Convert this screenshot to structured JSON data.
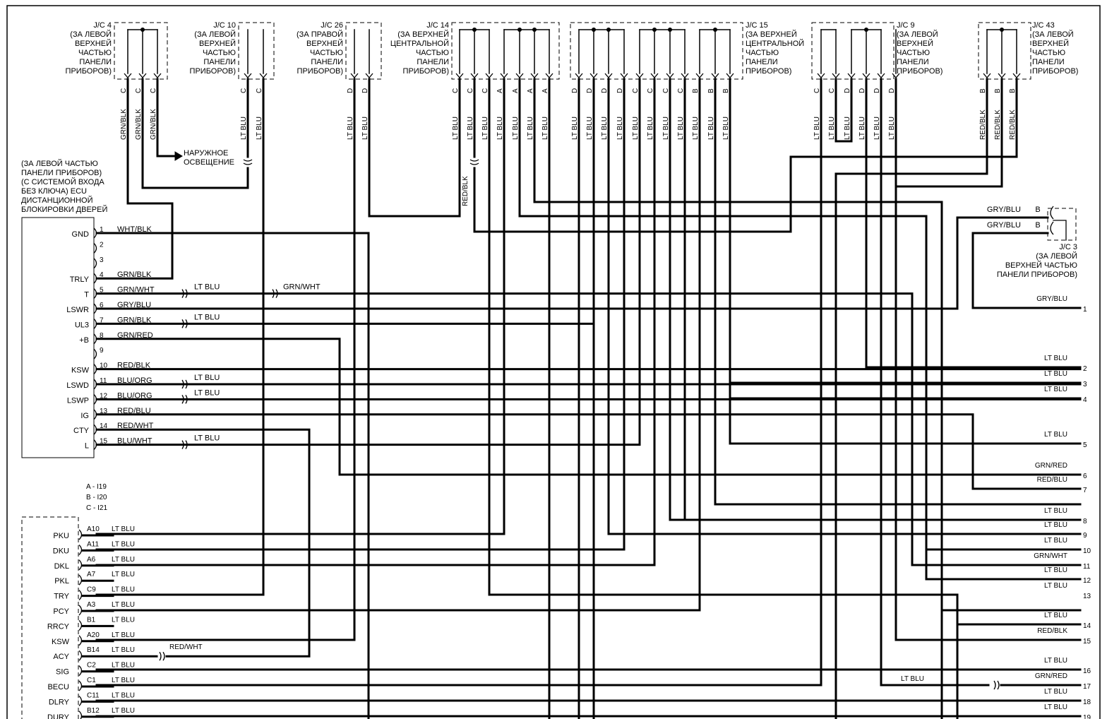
{
  "jc_boxes": [
    {
      "id": "jc4",
      "title": [
        "J/C 4",
        "(ЗА ЛЕВОЙ",
        "ВЕРХНЕЙ",
        "ЧАСТЬЮ",
        "ПАНЕЛИ",
        "ПРИБОРОВ)"
      ],
      "pins": [
        "C",
        "C",
        "C"
      ],
      "wires": [
        "GRN/BLK",
        "GRN/BLK",
        "GRN/BLK"
      ]
    },
    {
      "id": "jc10",
      "title": [
        "J/C 10",
        "(ЗА ЛЕВОЙ",
        "ВЕРХНЕЙ",
        "ЧАСТЬЮ",
        "ПАНЕЛИ",
        "ПРИБОРОВ)"
      ],
      "pins": [
        "C",
        "C"
      ],
      "wires": [
        "LT BLU",
        "LT BLU"
      ]
    },
    {
      "id": "jc26",
      "title": [
        "J/C 26",
        "(ЗА ПРАВОЙ",
        "ВЕРХНЕЙ",
        "ЧАСТЬЮ",
        "ПАНЕЛИ",
        "ПРИБОРОВ)"
      ],
      "pins": [
        "D",
        "D"
      ],
      "wires": [
        "LT BLU",
        "LT BLU"
      ]
    },
    {
      "id": "jc14",
      "title": [
        "J/C 14",
        "(ЗА ВЕРХНЕЙ",
        "ЦЕНТРАЛЬНОЙ",
        "ЧАСТЬЮ",
        "ПАНЕЛИ",
        "ПРИБОРОВ)"
      ],
      "pins": [
        "C",
        "C",
        "C",
        "A",
        "A",
        "A",
        "A"
      ],
      "wires": [
        "LT BLU",
        "LT BLU",
        "LT BLU",
        "LT BLU",
        "LT BLU",
        "LT BLU",
        "LT BLU"
      ]
    },
    {
      "id": "jc15",
      "title": [
        "J/C 15",
        "(ЗА ВЕРХНЕЙ",
        "ЦЕНТРАЛЬНОЙ",
        "ЧАСТЬЮ",
        "ПАНЕЛИ",
        "ПРИБОРОВ)"
      ],
      "pins": [
        "D",
        "D",
        "D",
        "D",
        "C",
        "C",
        "C",
        "C",
        "B",
        "B",
        "B"
      ],
      "wires": [
        "LT BLU",
        "LT BLU",
        "LT BLU",
        "LT BLU",
        "LT BLU",
        "LT BLU",
        "LT BLU",
        "LT BLU",
        "LT BLU",
        "LT BLU",
        "LT BLU"
      ]
    },
    {
      "id": "jc9",
      "title": [
        "J/C 9",
        "(ЗА ЛЕВОЙ",
        "ВЕРХНЕЙ",
        "ЧАСТЬЮ",
        "ПАНЕЛИ",
        "ПРИБОРОВ)"
      ],
      "pins": [
        "C",
        "C",
        "D",
        "D",
        "D",
        "D"
      ],
      "wires": [
        "LT BLU",
        "LT BLU",
        "LT BLU",
        "LT BLU",
        "LT BLU",
        "LT BLU"
      ]
    },
    {
      "id": "jc43",
      "title": [
        "J/C 43",
        "(ЗА ЛЕВОЙ",
        "ВЕРХНЕЙ",
        "ЧАСТЬЮ",
        "ПАНЕЛИ",
        "ПРИБОРОВ)"
      ],
      "pins": [
        "B",
        "B",
        "B"
      ],
      "wires": [
        "RED/BLK",
        "RED/BLK",
        "RED/BLK"
      ]
    }
  ],
  "jc3": {
    "title": [
      "J/C 3",
      "(ЗА ЛЕВОЙ",
      "ВЕРХНЕЙ ЧАСТЬЮ",
      "ПАНЕЛИ ПРИБОРОВ)"
    ],
    "wires": [
      {
        "color": "GRY/BLU",
        "pin": "B"
      },
      {
        "color": "GRY/BLU",
        "pin": "B"
      }
    ]
  },
  "exterior_light": [
    "НАРУЖНОЕ",
    "ОСВЕЩЕНИЕ"
  ],
  "ecu": {
    "title": [
      "(ЗА ЛЕВОЙ ЧАСТЬЮ",
      "ПАНЕЛИ ПРИБОРОВ)",
      "(С СИСТЕМОЙ ВХОДА",
      "БЕЗ КЛЮЧА) ECU",
      "ДИСТАНЦИОННОЙ",
      "БЛОКИРОВКИ ДВЕРЕЙ"
    ],
    "pins": [
      {
        "name": "GND",
        "num": "1",
        "wire": "WHT/BLK"
      },
      {
        "name": "",
        "num": "2",
        "wire": ""
      },
      {
        "name": "",
        "num": "3",
        "wire": ""
      },
      {
        "name": "TRLY",
        "num": "4",
        "wire": "GRN/BLK"
      },
      {
        "name": "T",
        "num": "5",
        "wire": "GRN/WHT",
        "splice": "LT BLU",
        "wire2": "GRN/WHT"
      },
      {
        "name": "LSWR",
        "num": "6",
        "wire": "GRY/BLU"
      },
      {
        "name": "UL3",
        "num": "7",
        "wire": "GRN/BLK",
        "splice": "LT BLU"
      },
      {
        "name": "+B",
        "num": "8",
        "wire": "GRN/RED"
      },
      {
        "name": "",
        "num": "9",
        "wire": ""
      },
      {
        "name": "KSW",
        "num": "10",
        "wire": "RED/BLK"
      },
      {
        "name": "LSWD",
        "num": "11",
        "wire": "BLU/ORG",
        "splice": "LT BLU"
      },
      {
        "name": "LSWP",
        "num": "12",
        "wire": "BLU/ORG",
        "splice": "LT BLU"
      },
      {
        "name": "IG",
        "num": "13",
        "wire": "RED/BLU"
      },
      {
        "name": "CTY",
        "num": "14",
        "wire": "RED/WHT"
      },
      {
        "name": "L",
        "num": "15",
        "wire": "BLU/WHT",
        "splice": "LT BLU"
      }
    ]
  },
  "legend": [
    "A - I19",
    "B - I20",
    "C - I21"
  ],
  "lower_connector": {
    "pins": [
      {
        "name": "PKU",
        "pin": "A10",
        "wire": "LT BLU"
      },
      {
        "name": "DKU",
        "pin": "A11",
        "wire": "LT BLU"
      },
      {
        "name": "DKL",
        "pin": "A6",
        "wire": "LT BLU"
      },
      {
        "name": "PKL",
        "pin": "A7",
        "wire": "LT BLU"
      },
      {
        "name": "TRY",
        "pin": "C9",
        "wire": "LT BLU"
      },
      {
        "name": "PCY",
        "pin": "A3",
        "wire": "LT BLU"
      },
      {
        "name": "RRCY",
        "pin": "B1",
        "wire": "LT BLU"
      },
      {
        "name": "KSW",
        "pin": "A20",
        "wire": "LT BLU"
      },
      {
        "name": "ACY",
        "pin": "B14",
        "wire": "LT BLU",
        "splice": "RED/WHT"
      },
      {
        "name": "SIG",
        "pin": "C2",
        "wire": "LT BLU"
      },
      {
        "name": "BECU",
        "pin": "C1",
        "wire": "LT BLU"
      },
      {
        "name": "DLRY",
        "pin": "C11",
        "wire": "LT BLU"
      },
      {
        "name": "DURY",
        "pin": "B12",
        "wire": "LT BLU"
      }
    ]
  },
  "right_terminals": [
    {
      "num": "1",
      "wire": "GRY/BLU"
    },
    {
      "num": "2",
      "wire": "LT BLU"
    },
    {
      "num": "3",
      "wire": "LT BLU"
    },
    {
      "num": "4",
      "wire": "LT BLU"
    },
    {
      "num": "5",
      "wire": "LT BLU"
    },
    {
      "num": "6",
      "wire": "GRN/RED"
    },
    {
      "num": "7",
      "wire": "RED/BLU"
    },
    {
      "num": "8",
      "wire": "LT BLU"
    },
    {
      "num": "9",
      "wire": "LT BLU"
    },
    {
      "num": "10",
      "wire": "LT BLU"
    },
    {
      "num": "11",
      "wire": "GRN/WHT"
    },
    {
      "num": "12",
      "wire": "LT BLU"
    },
    {
      "num": "13",
      "wire": "LT BLU"
    },
    {
      "num": "14",
      "wire": "LT BLU"
    },
    {
      "num": "15",
      "wire": "RED/BLK"
    },
    {
      "num": "16",
      "wire": "LT BLU"
    },
    {
      "num": "17",
      "wire": "GRN/RED",
      "splice": "LT BLU"
    },
    {
      "num": "18",
      "wire": "LT BLU"
    },
    {
      "num": "19",
      "wire": "LT BLU"
    }
  ],
  "red_blk_label": "RED/BLK"
}
